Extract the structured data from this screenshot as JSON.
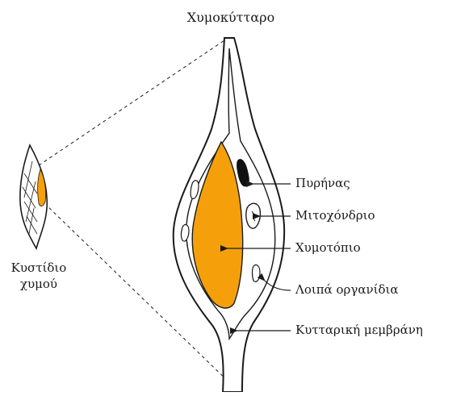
{
  "title": "Χυμοκύτταρο",
  "small_cell": {
    "label_line1": "Κυστίδιο",
    "label_line2": "χυμού"
  },
  "labels": {
    "nucleus": "Πυρήνας",
    "mitochondrion": "Μιτοχόνδριο",
    "vacuole": "Χυμοτόπιο",
    "other_organelles": "Λοιπά οργανίδια",
    "cell_membrane": "Κυτταρική μεμβράνη"
  },
  "colors": {
    "vacuole_fill": "#F5A00A",
    "outline": "#1a1a1a",
    "nucleus_fill": "#111111",
    "background": "#ffffff"
  }
}
